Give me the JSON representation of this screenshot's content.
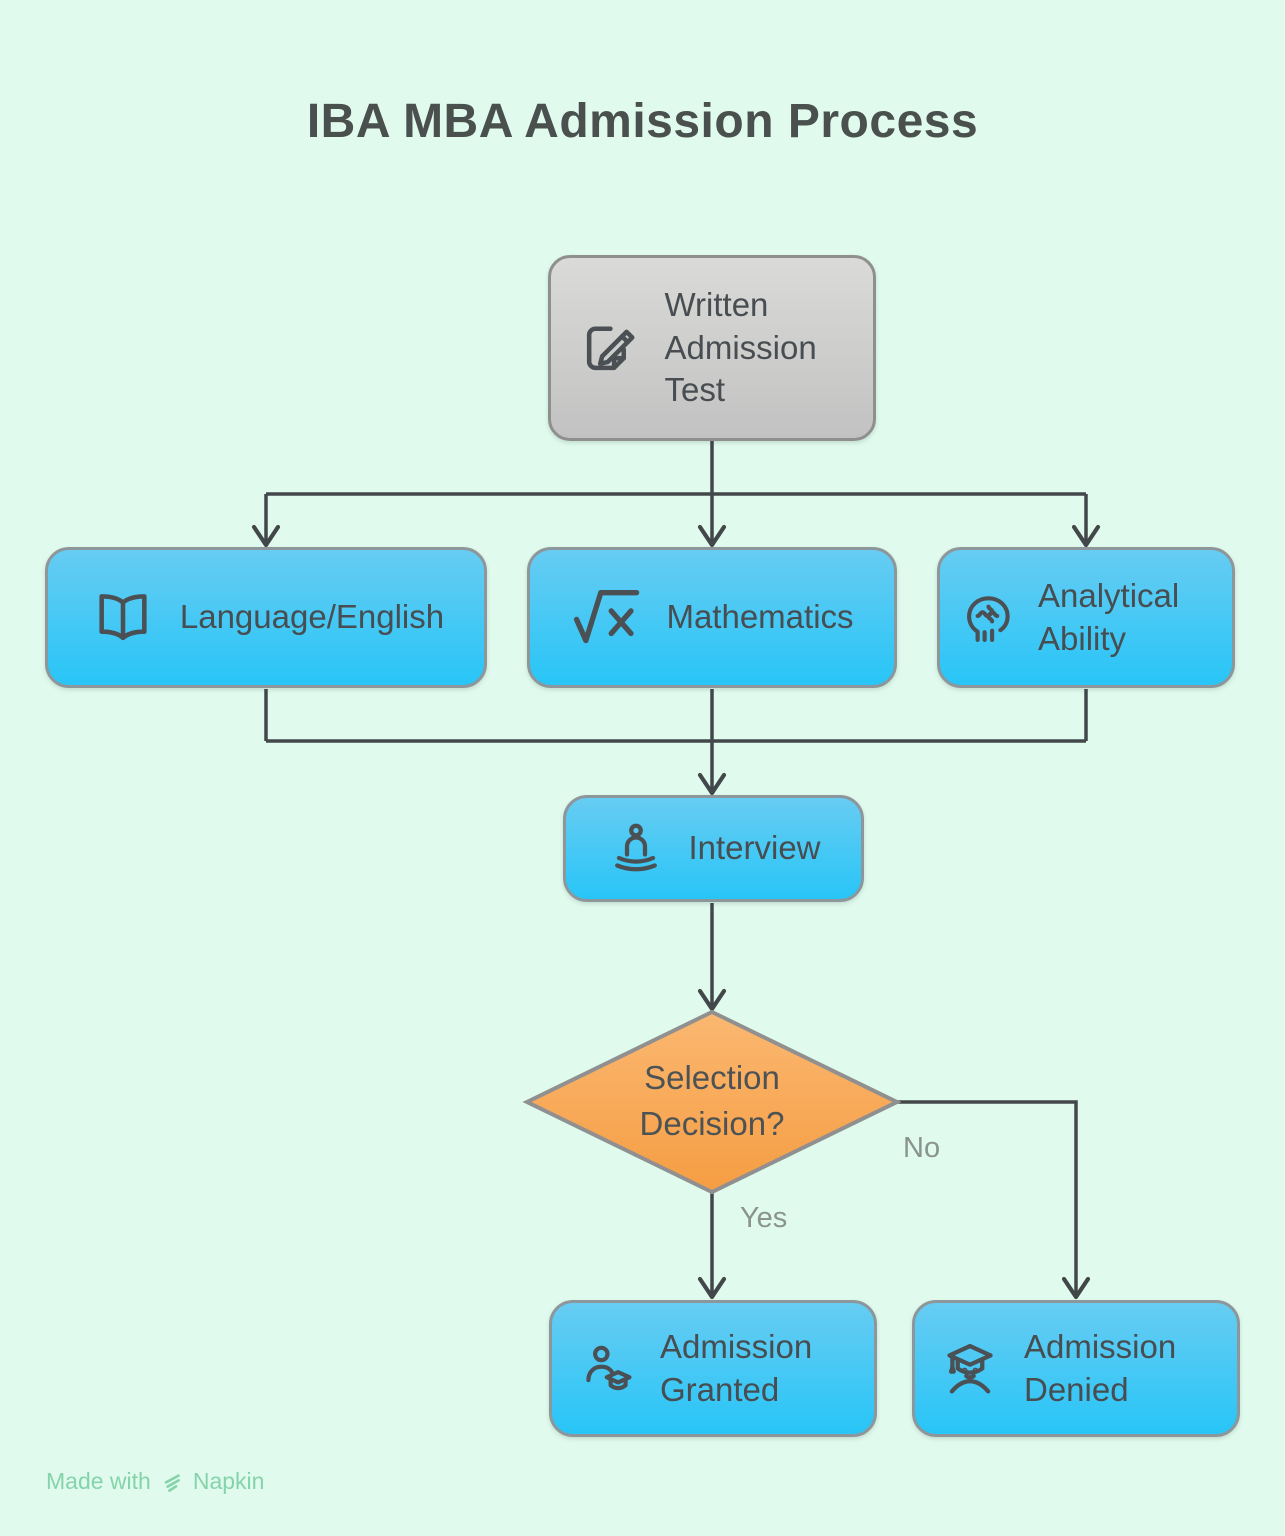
{
  "title": "IBA MBA Admission Process",
  "diagram_type": "flowchart",
  "nodes": {
    "written_test": {
      "label": "Written Admission Test",
      "shape": "rounded-rect",
      "fill": "gray",
      "icon": "pencil-note-icon"
    },
    "language": {
      "label": "Language/English",
      "shape": "rounded-rect",
      "fill": "blue",
      "icon": "open-book-icon"
    },
    "mathematics": {
      "label": "Mathematics",
      "shape": "rounded-rect",
      "fill": "blue",
      "icon": "square-root-icon"
    },
    "analytical": {
      "label": "Analytical Ability",
      "shape": "rounded-rect",
      "fill": "blue",
      "icon": "head-puzzle-icon"
    },
    "interview": {
      "label": "Interview",
      "shape": "rounded-rect",
      "fill": "blue",
      "icon": "person-seated-icon"
    },
    "decision": {
      "label": "Selection Decision?",
      "shape": "diamond",
      "fill": "orange"
    },
    "granted": {
      "label": "Admission Granted",
      "shape": "rounded-rect",
      "fill": "blue",
      "icon": "person-gradcap-icon"
    },
    "denied": {
      "label": "Admission Denied",
      "shape": "rounded-rect",
      "fill": "blue",
      "icon": "graduate-face-icon"
    }
  },
  "edges": [
    {
      "from": "written_test",
      "to": "language"
    },
    {
      "from": "written_test",
      "to": "mathematics"
    },
    {
      "from": "written_test",
      "to": "analytical"
    },
    {
      "from": "language",
      "to": "interview"
    },
    {
      "from": "mathematics",
      "to": "interview"
    },
    {
      "from": "analytical",
      "to": "interview"
    },
    {
      "from": "interview",
      "to": "decision"
    },
    {
      "from": "decision",
      "to": "granted",
      "label": "Yes"
    },
    {
      "from": "decision",
      "to": "denied",
      "label": "No"
    }
  ],
  "branch_labels": {
    "yes": "Yes",
    "no": "No"
  },
  "footer": {
    "made_with": "Made with",
    "brand": "Napkin"
  },
  "colors": {
    "background": "#e0fbed",
    "title_text": "#4a504e",
    "node_text": "#474d50",
    "blue_gradient_top": "#67ccf2",
    "blue_gradient_bottom": "#28c5f7",
    "gray_gradient_top": "#dadad8",
    "gray_gradient_bottom": "#c2c2c2",
    "orange_gradient_top": "#fbb871",
    "orange_gradient_bottom": "#f59d43",
    "node_border": "#8d979b",
    "connector": "#42474a",
    "branch_label_text": "#8b9390",
    "footer_text": "#85d3aa"
  }
}
